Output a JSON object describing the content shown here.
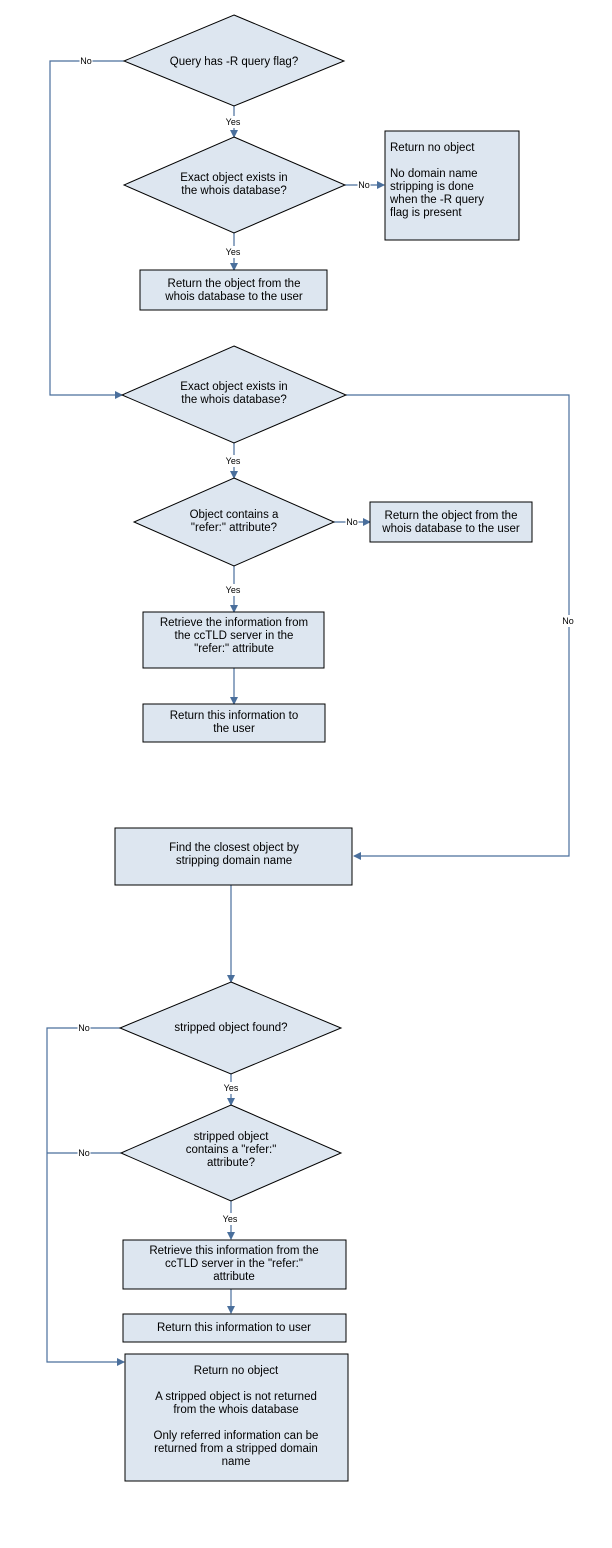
{
  "nodes": {
    "d1": [
      "Query has -R query flag?"
    ],
    "d2": [
      "Exact object exists in",
      "the whois database?"
    ],
    "r1": [
      "Return no object",
      "",
      "No domain name",
      "stripping is done",
      "when the -R query",
      "flag is present"
    ],
    "b1": [
      "Return the object from the",
      "whois database to the user"
    ],
    "d3": [
      "Exact object exists in",
      "the whois database?"
    ],
    "d4": [
      "Object contains a",
      "\"refer:\" attribute?"
    ],
    "b2": [
      "Return the object from the",
      "whois database to the user"
    ],
    "b3": [
      "Retrieve the information from",
      "the ccTLD server in the",
      "\"refer:\" attribute"
    ],
    "b4": [
      "Return this information to",
      "the user"
    ],
    "b5": [
      "Find the closest object by",
      "stripping domain name"
    ],
    "d5": [
      "stripped object found?"
    ],
    "d6": [
      "stripped object",
      "contains a \"refer:\"",
      "attribute?"
    ],
    "b6": [
      "Retrieve this information from the",
      "ccTLD server in the \"refer:\"",
      "attribute"
    ],
    "b7": [
      "Return this information to user"
    ],
    "r2": [
      "Return no object",
      "",
      "A stripped object is not returned",
      "from the whois database",
      "",
      "Only referred information can be",
      "returned from a stripped domain",
      "name"
    ]
  },
  "edge_labels": {
    "yes": "Yes",
    "no": "No"
  },
  "colors": {
    "shape_fill": "#dde6f0",
    "shape_stroke": "#000000",
    "connector": "#4a6f9c"
  }
}
